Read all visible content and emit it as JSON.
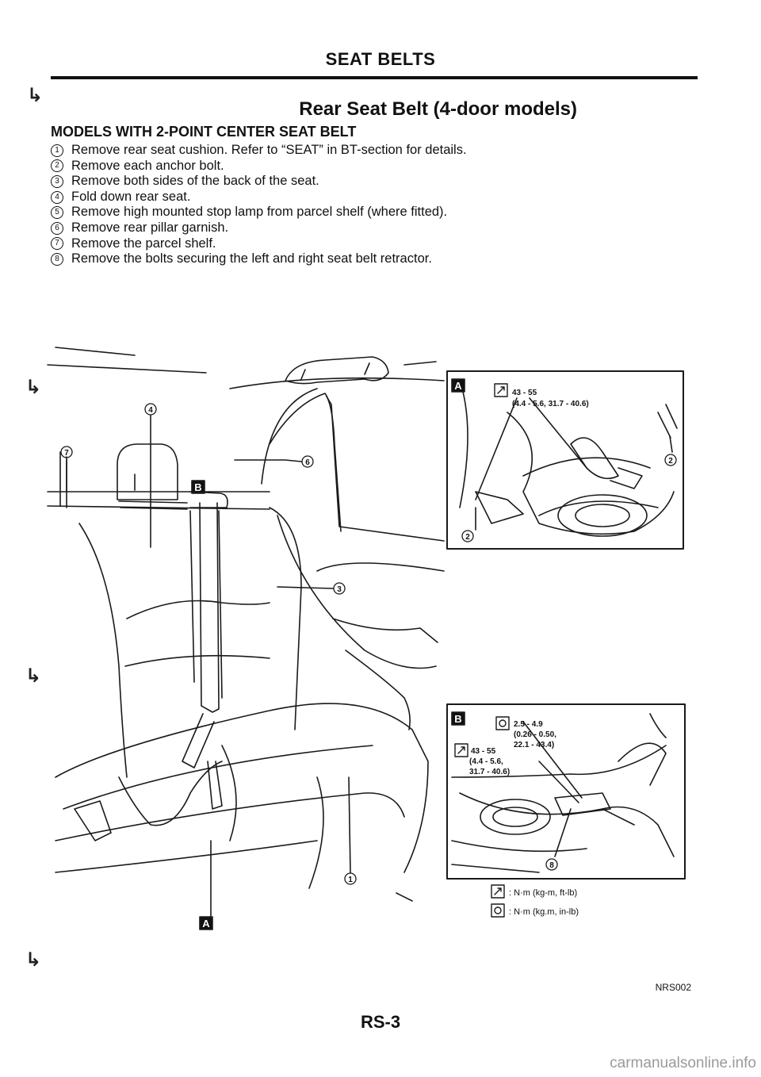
{
  "header": {
    "title": "SEAT BELTS",
    "subtitle": "Rear Seat Belt (4-door models)"
  },
  "section_heading": "MODELS WITH 2-POINT CENTER SEAT BELT",
  "steps": [
    {
      "num": "1",
      "text": "Remove rear seat cushion. Refer to “SEAT” in BT-section for details."
    },
    {
      "num": "2",
      "text": "Remove each anchor bolt."
    },
    {
      "num": "3",
      "text": "Remove both sides of the back of the seat."
    },
    {
      "num": "4",
      "text": "Fold down rear seat."
    },
    {
      "num": "5",
      "text": "Remove high mounted stop lamp from parcel shelf (where fitted)."
    },
    {
      "num": "6",
      "text": "Remove rear pillar garnish."
    },
    {
      "num": "7",
      "text": "Remove the parcel shelf."
    },
    {
      "num": "8",
      "text": "Remove the bolts securing the left and right seat belt retractor."
    }
  ],
  "figure": {
    "callouts": {
      "c1": "1",
      "c2": "2",
      "c3": "3",
      "c4": "4",
      "c6": "6",
      "c7": "7",
      "c8": "8"
    },
    "labels": {
      "a": "A",
      "b": "B"
    },
    "inset_a": {
      "label": "A",
      "torque_line1": "43 - 55",
      "torque_line2": "(4.4 - 5.6, 31.7 - 40.6)",
      "callout_2": "2"
    },
    "inset_b": {
      "label": "B",
      "torque1_line1": "2.5 - 4.9",
      "torque1_line2": "(0.26 - 0.50,",
      "torque1_line3": "22.1 - 43.4)",
      "torque2_line1": "43 - 55",
      "torque2_line2": "(4.4 - 5.6,",
      "torque2_line3": "31.7 - 40.6)",
      "callout_8": "8"
    },
    "legend": {
      "wrench": ": N·m (kg-m, ft-lb)",
      "bolt": ": N·m (kg.m, in-lb)"
    }
  },
  "figure_code": "NRS002",
  "page_number": "RS-3",
  "watermark": "carmanualsonline.info"
}
